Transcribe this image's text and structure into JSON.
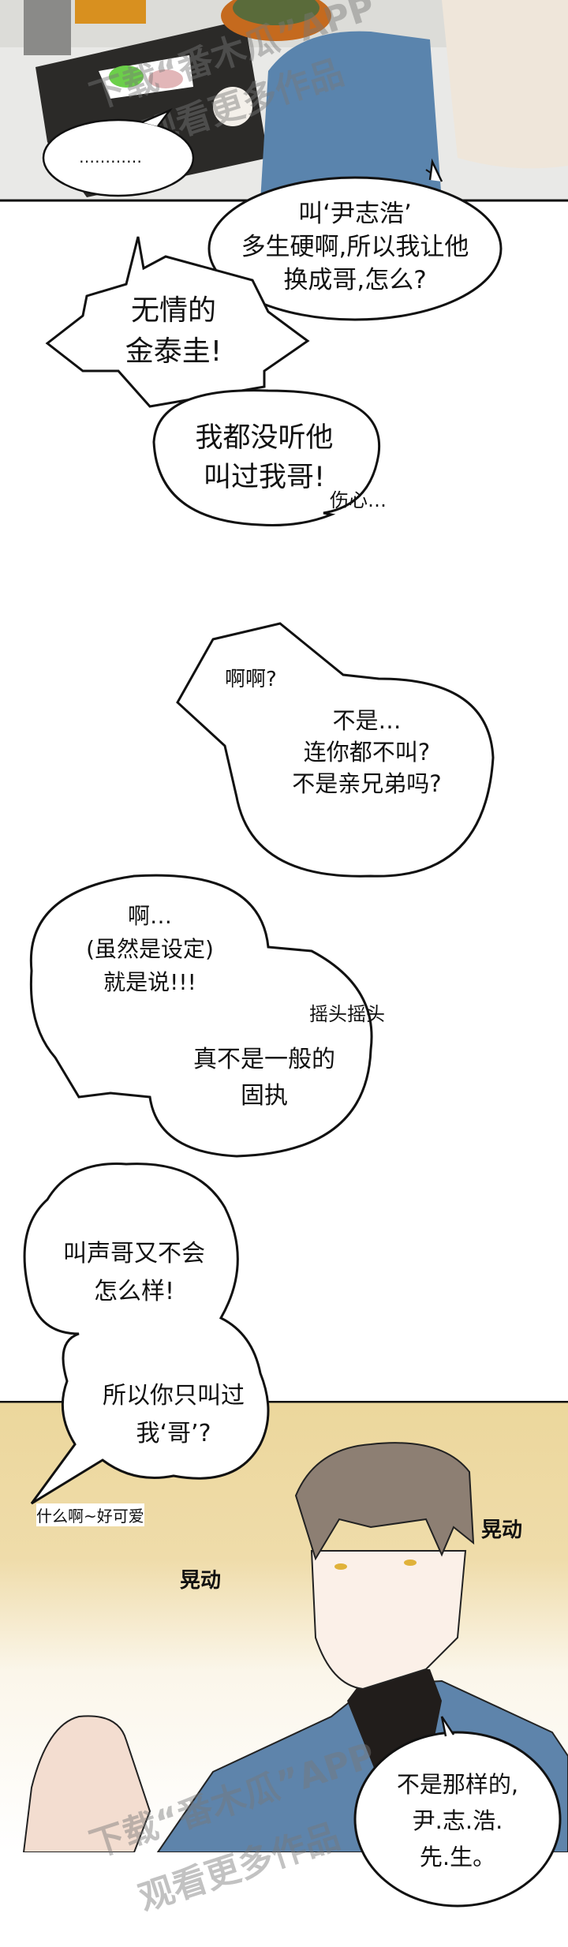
{
  "panel1": {
    "bubble_ellipsis": "…………",
    "watermark_line1": "下载“番木瓜”APP",
    "watermark_line2": "观看更多作品"
  },
  "dialogue": {
    "bubble_a": "叫‘尹志浩’\n多生硬啊,所以我让他\n换成哥,怎么?",
    "bubble_spiky": "无情的\n金泰圭!",
    "bubble_c": "我都没听他\n叫过我哥!",
    "sfx_sad": "伤心…",
    "bubble_d_1": "啊啊?",
    "bubble_d_2": "不是…\n连你都不叫?\n不是亲兄弟吗?",
    "bubble_e_1": "啊…\n(虽然是设定)\n就是说!!!",
    "bubble_e_2": "真不是一般的\n固执",
    "sfx_shake_head": "摇头摇头"
  },
  "panel3": {
    "cloud_1": "叫声哥又不会\n怎么样!",
    "cloud_2": "所以你只叫过\n我‘哥’?",
    "aside": "什么啊~好可爱",
    "sfx_shake_right": "晃动",
    "sfx_shake_left": "晃动",
    "bubble_final": "不是那样的,\n尹.志.浩.\n先.生。",
    "watermark_line1": "下载“番木瓜”APP",
    "watermark_line2": "观看更多作品",
    "bg_color": "#ecd79c"
  }
}
